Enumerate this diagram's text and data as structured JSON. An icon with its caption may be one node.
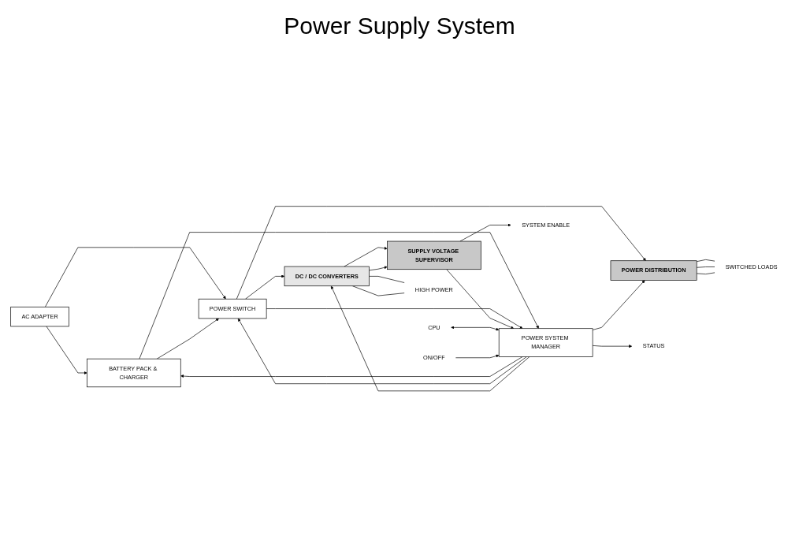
{
  "diagram": {
    "title": "Power Supply System",
    "nodes": [
      {
        "text": [
          "AC ADAPTER"
        ]
      },
      {
        "text": [
          "BATTERY PACK & CHARGER"
        ]
      },
      {
        "text": [
          "POWER SWITCH"
        ]
      },
      {
        "text": [
          "POWER SYSTEM MANAGER"
        ]
      },
      {
        "text": [
          "DC / DC CONVERTERS"
        ]
      },
      {
        "text": [
          "SUPPLY VOLTAGE SUPERVISOR"
        ]
      },
      {
        "text": [
          "POWER DISTRIBUTION"
        ]
      },
      {
        "text": [
          "CPU"
        ]
      },
      {
        "text": [
          "STATUS"
        ]
      },
      {
        "text": [
          "ON/OFF"
        ]
      },
      {
        "text": [
          "HIGH POWER"
        ]
      },
      {
        "text": [
          "SYSTEM ENABLE"
        ]
      },
      {
        "text": [
          "SWITCHED LOADS"
        ]
      }
    ],
    "edges": [
      {
        "from": 0,
        "to": 1,
        "arrow": "to"
      },
      {
        "from": 0,
        "to": 2,
        "arrow": "to"
      },
      {
        "from": 1,
        "to": 2,
        "arrow": "to"
      },
      {
        "from": 1,
        "to": 3,
        "arrow": "to"
      },
      {
        "from": 3,
        "to": 1,
        "arrow": "to"
      },
      {
        "from": 3,
        "to": 2,
        "arrow": "to"
      },
      {
        "from": 2,
        "to": 4,
        "arrow": "to"
      },
      {
        "from": 2,
        "to": 3,
        "arrow": "to"
      },
      {
        "from": 2,
        "to": 6,
        "arrow": "to"
      },
      {
        "from": 3,
        "to": 4,
        "arrow": "to"
      },
      {
        "from": 3,
        "to": 6,
        "arrow": "to"
      },
      {
        "from": 4,
        "to": 10,
        "arrow": "none"
      },
      {
        "from": 4,
        "to": 10,
        "arrow": "none"
      },
      {
        "from": 4,
        "to": 5,
        "arrow": "to"
      },
      {
        "from": 4,
        "to": 5,
        "arrow": "to"
      },
      {
        "from": 5,
        "to": 3,
        "arrow": "to"
      },
      {
        "from": 5,
        "to": 11,
        "arrow": "to"
      },
      {
        "from": 7,
        "to": 3,
        "arrow": "both"
      },
      {
        "from": 3,
        "to": 8,
        "arrow": "to"
      },
      {
        "from": 9,
        "to": 3,
        "arrow": "to"
      },
      {
        "from": 6,
        "to": 12,
        "arrow": "none"
      },
      {
        "from": 6,
        "to": 12,
        "arrow": "none"
      },
      {
        "from": 6,
        "to": 12,
        "arrow": "none"
      }
    ]
  }
}
